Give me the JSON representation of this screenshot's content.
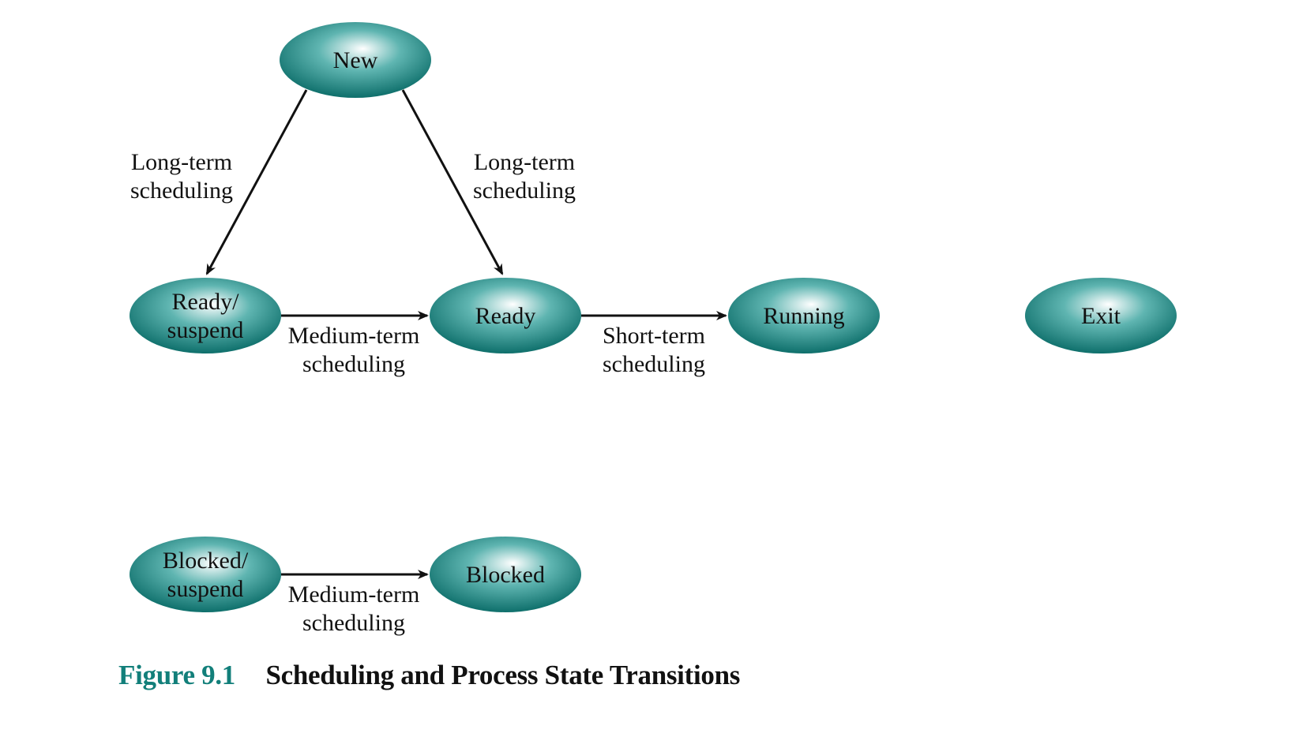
{
  "diagram": {
    "colors": {
      "node_edge": "#0e6f6b",
      "node_mid": "#5fb5b1",
      "node_highlight": "#ffffff",
      "arrow": "#111111",
      "caption_label": "#127f7a"
    },
    "nodes": [
      {
        "id": "new",
        "lines": [
          "New"
        ]
      },
      {
        "id": "ready-suspend",
        "lines": [
          "Ready/",
          "suspend"
        ]
      },
      {
        "id": "ready",
        "lines": [
          "Ready"
        ]
      },
      {
        "id": "running",
        "lines": [
          "Running"
        ]
      },
      {
        "id": "exit",
        "lines": [
          "Exit"
        ]
      },
      {
        "id": "blocked-suspend",
        "lines": [
          "Blocked/",
          "suspend"
        ]
      },
      {
        "id": "blocked",
        "lines": [
          "Blocked"
        ]
      }
    ],
    "edges": [
      {
        "id": "new-to-ready-suspend",
        "from": "new",
        "to": "ready-suspend",
        "label": [
          "Long-term",
          "scheduling"
        ]
      },
      {
        "id": "new-to-ready",
        "from": "new",
        "to": "ready",
        "label": [
          "Long-term",
          "scheduling"
        ]
      },
      {
        "id": "ready-suspend-to-ready",
        "from": "ready-suspend",
        "to": "ready",
        "label": [
          "Medium-term",
          "scheduling"
        ]
      },
      {
        "id": "ready-to-running",
        "from": "ready",
        "to": "running",
        "label": [
          "Short-term",
          "scheduling"
        ]
      },
      {
        "id": "blocked-suspend-to-blocked",
        "from": "blocked-suspend",
        "to": "blocked",
        "label": [
          "Medium-term",
          "scheduling"
        ]
      }
    ]
  },
  "caption": {
    "label": "Figure 9.1",
    "title": "Scheduling and Process State Transitions"
  }
}
